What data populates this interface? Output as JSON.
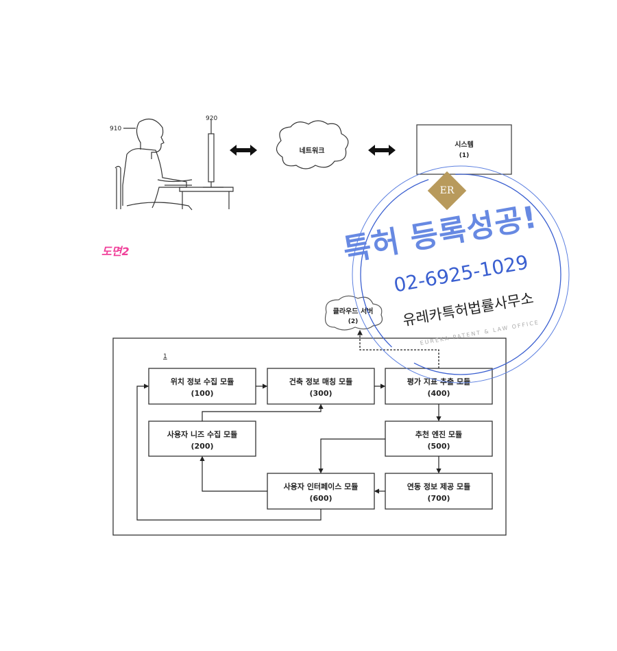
{
  "figure1": {
    "user_ref": "910",
    "terminal_ref": "920",
    "network_label": "네트워크",
    "system_label": "시스템",
    "system_ref": "(1)"
  },
  "figure_title": "도면2",
  "figure2": {
    "system_ref": "1",
    "cloud_label": "클라우드 서버",
    "cloud_ref": "(2)",
    "modules": [
      {
        "name": "위치 정보 수집 모듈",
        "ref": "(100)"
      },
      {
        "name": "사용자 니즈 수집 모듈",
        "ref": "(200)"
      },
      {
        "name": "건축 정보 매칭 모듈",
        "ref": "(300)"
      },
      {
        "name": "평가 지표 추출 모듈",
        "ref": "(400)"
      },
      {
        "name": "추천 엔진 모듈",
        "ref": "(500)"
      },
      {
        "name": "사용자 인터페이스 모듈",
        "ref": "(600)"
      },
      {
        "name": "연동 정보 제공 모듈",
        "ref": "(700)"
      }
    ]
  },
  "watermark": {
    "headline": "특허 등록성공!",
    "phone": "02-6925-1029",
    "office": "유레카특허법률사무소",
    "office_en": "EUREKA PATENT & LAW OFFICE",
    "logo": "ER",
    "color": "#5b7fe0"
  }
}
